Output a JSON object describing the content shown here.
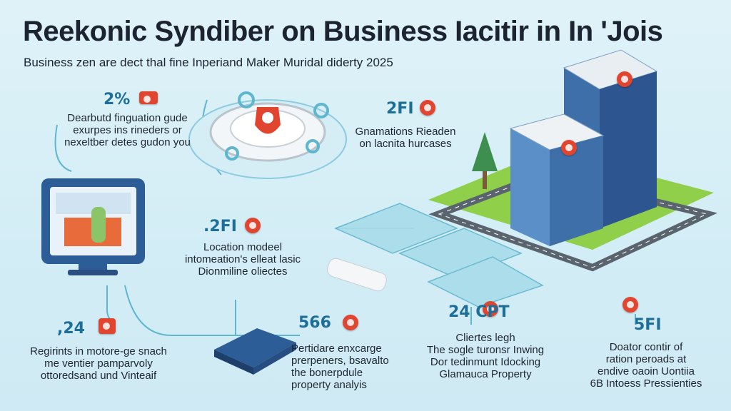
{
  "header": {
    "title": "Reekonic Syndiber on Business Iacitir in In 'Jois",
    "subtitle": "Business zen are dect thal fine Inperiand Maker Muridal diderty 2025"
  },
  "callouts": [
    {
      "id": "top-left",
      "stat": "2%",
      "lines": [
        "Dearbutd finguation gude",
        "exurpes ins rineders or",
        "nexeltber detes gudon you"
      ]
    },
    {
      "id": "top-center",
      "stat": "2FI",
      "lines": [
        "Gnamations Rieaden",
        "on lacnita hurcases"
      ]
    },
    {
      "id": "middle",
      "stat": ".2FI",
      "lines": [
        "Location modeel",
        "intomeation's elleat lasic",
        "Dionmiline oliectes"
      ]
    },
    {
      "id": "bottom-left",
      "stat": ",24",
      "lines": [
        "Regirints in motore-ge snach",
        "me ventier pamparvoly",
        "ottoredsand und Vinteaif"
      ]
    },
    {
      "id": "bottom-center",
      "stat": "566",
      "lines": [
        "Pertidare enxcarge",
        "prerpeners, bsavalto",
        "the bonerpdule",
        "property analyis"
      ]
    },
    {
      "id": "bottom-right-center",
      "stat": "24 CPT",
      "lines": [
        "Cliertes legh",
        "The sogle turonsr Inwing",
        "Dor tedinmunt Idocking",
        "Glamauca Property"
      ]
    },
    {
      "id": "bottom-right",
      "stat": "5FI",
      "lines": [
        "Doator contir of",
        "ration peroads at",
        "endive oaoin Uontiia",
        "6B Intoess Pressienties"
      ]
    }
  ],
  "colors": {
    "accent": "#1d6f9a",
    "pin": "#e2452f",
    "building": "#3f6fa8",
    "lawn": "#8fcf4a",
    "road": "#5a646e"
  }
}
